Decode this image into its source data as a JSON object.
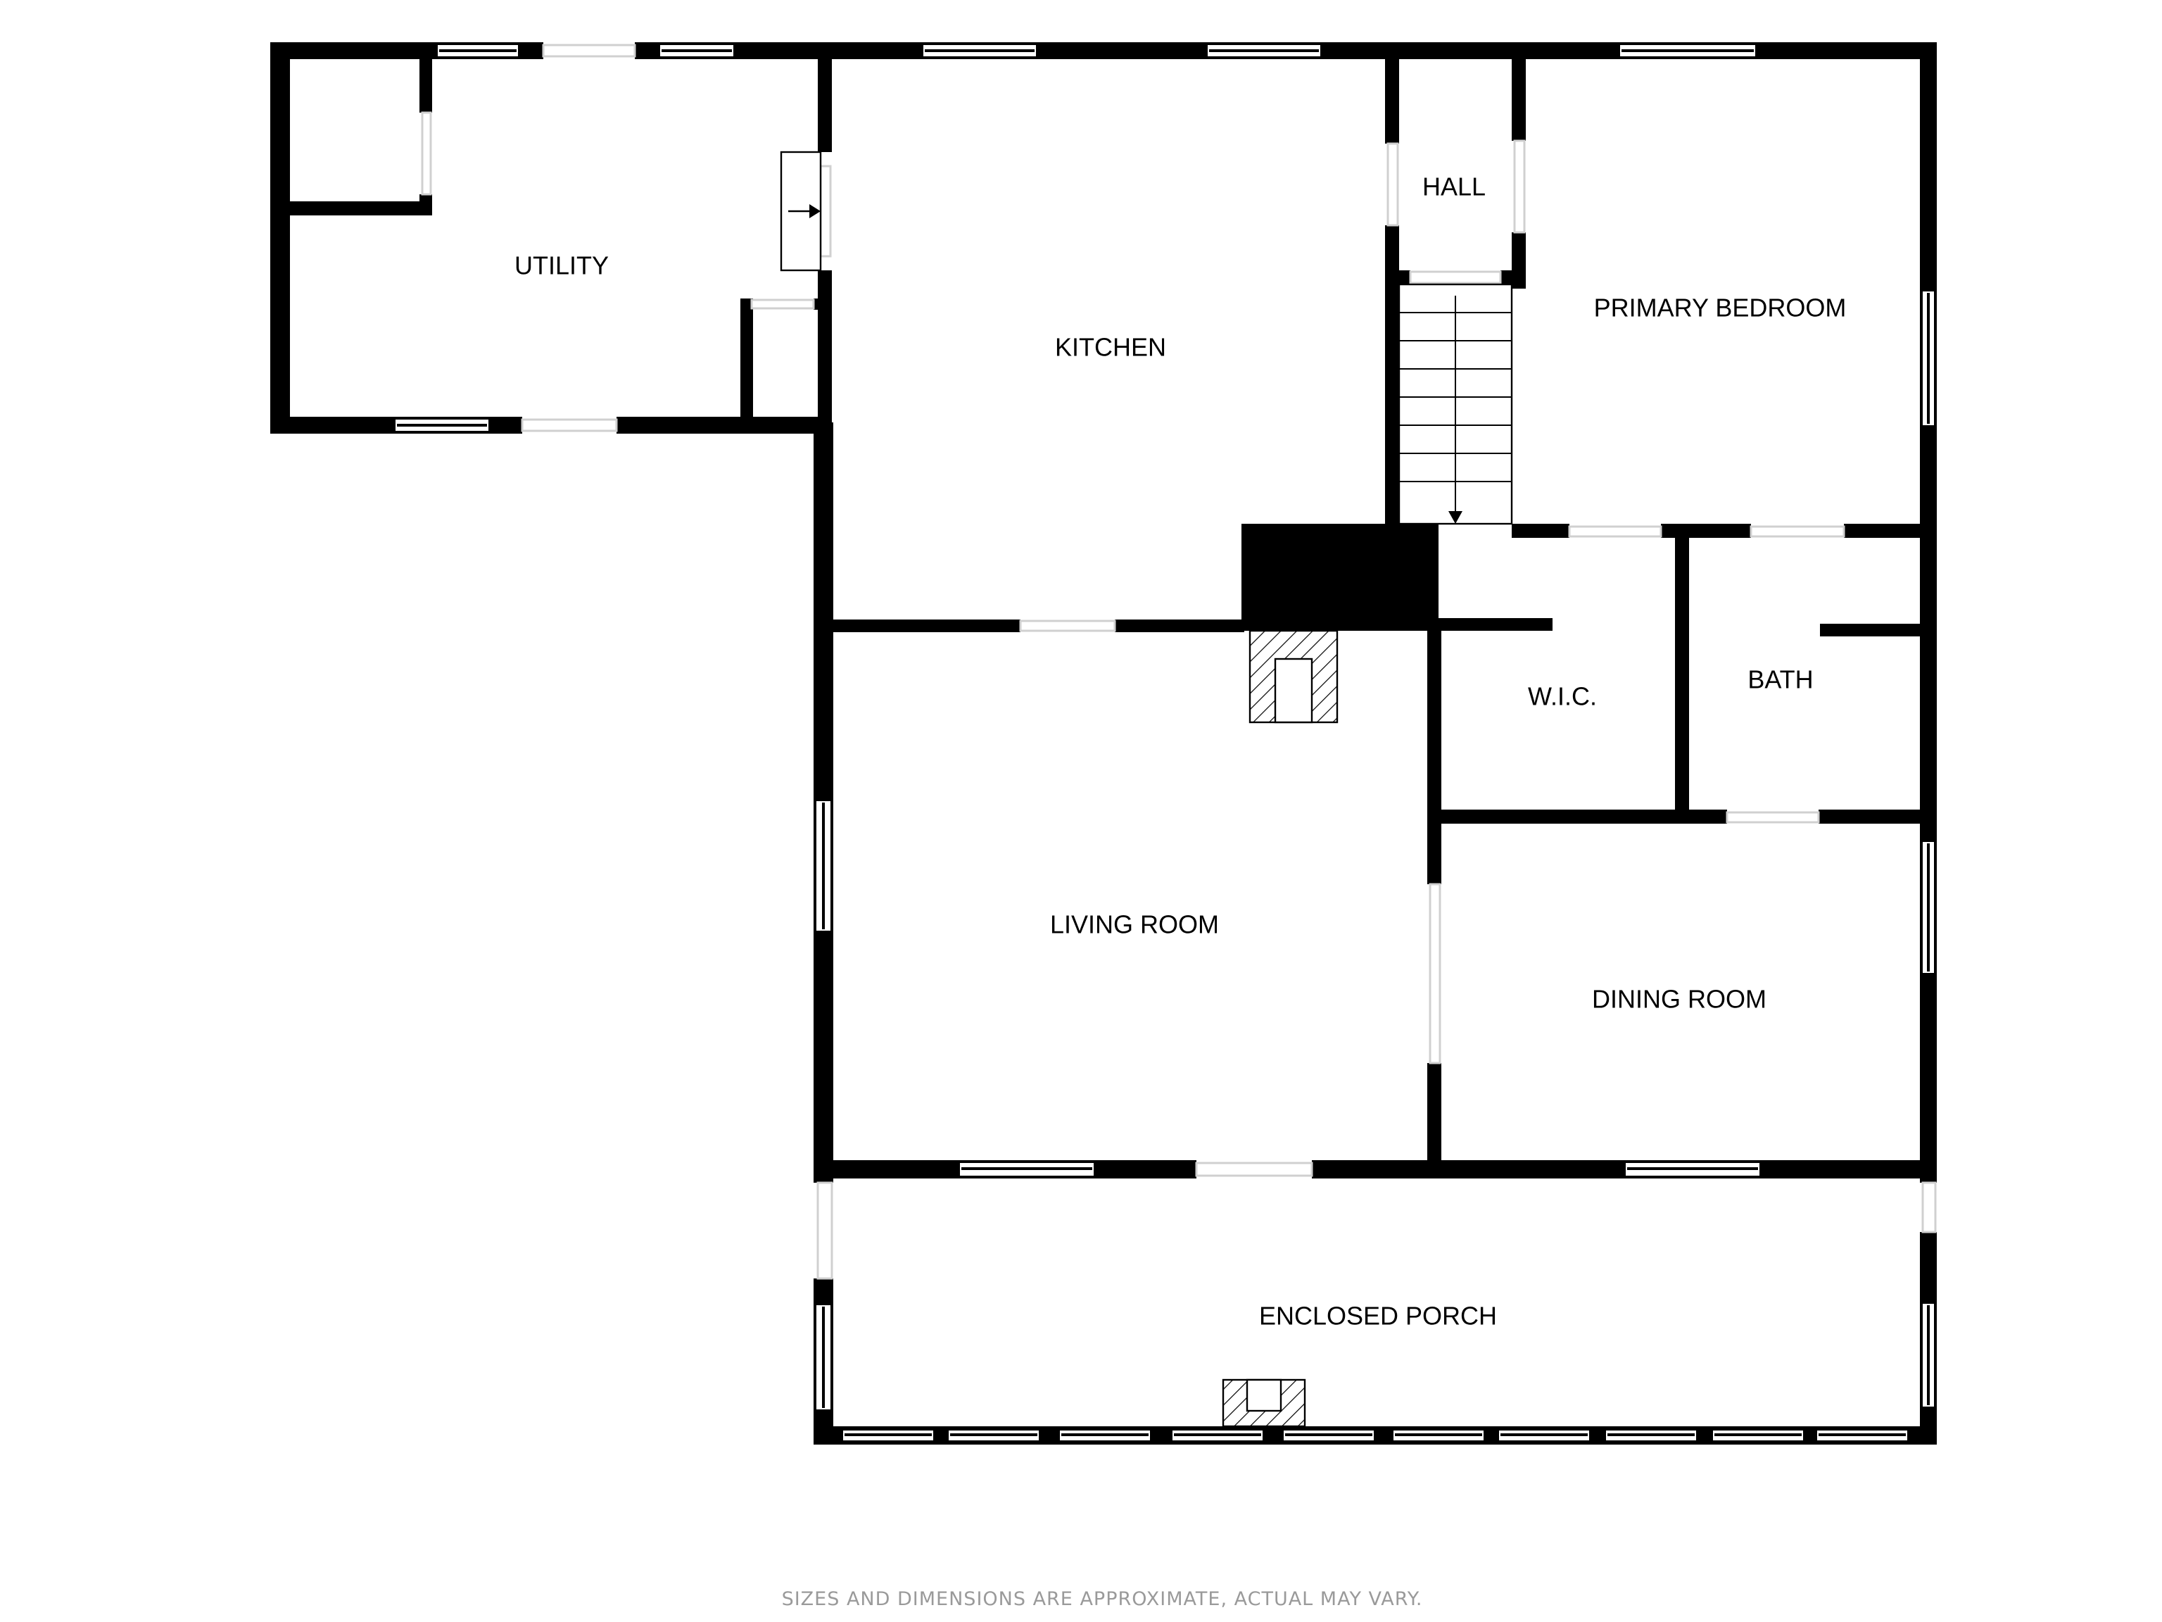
{
  "rooms": {
    "utility": "UTILITY",
    "kitchen": "KITCHEN",
    "hall": "HALL",
    "primary_bedroom": "PRIMARY BEDROOM",
    "living_room": "LIVING ROOM",
    "wic": "W.I.C.",
    "bath": "BATH",
    "dining_room": "DINING ROOM",
    "enclosed_porch": "ENCLOSED PORCH"
  },
  "disclaimer": "SIZES AND DIMENSIONS ARE APPROXIMATE, ACTUAL MAY VARY.",
  "colors": {
    "wall": "#000000",
    "background": "#ffffff",
    "disclaimer": "#9a9a9a"
  }
}
